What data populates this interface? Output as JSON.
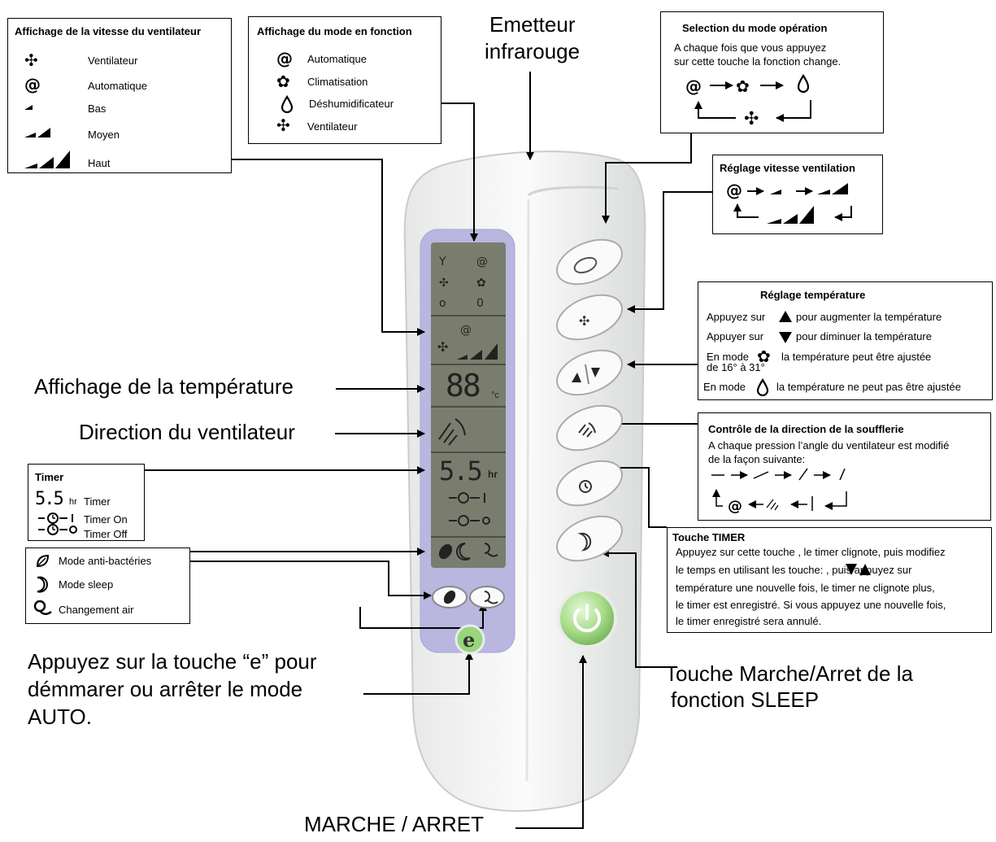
{
  "fan_speed_box": {
    "title": "Affichage de la vitesse du ventilateur",
    "items": [
      "Ventilateur",
      "Automatique",
      "Bas",
      "Moyen",
      "Haut"
    ]
  },
  "mode_box": {
    "title": "Affichage du mode en fonction",
    "items": [
      "Automatique",
      "Climatisation",
      "Déshumidificateur",
      "Ventilateur"
    ]
  },
  "emitter_label": [
    "Emetteur",
    "infrarouge"
  ],
  "mode_select_box": {
    "title": "Selection du mode opération",
    "text": [
      "A chaque fois que vous appuyez",
      "sur cette touche la fonction change."
    ]
  },
  "speed_set_box": {
    "title": "Réglage vitesse ventilation"
  },
  "temp_box": {
    "title": "Réglage température",
    "line1_a": "Appuyez sur",
    "line1_b": "pour augmenter la température",
    "line2_a": "Appuyer sur",
    "line2_b": "pour diminuer la température",
    "line3_a": "En mode",
    "line3_b": "la température peut être ajustée",
    "line3_c": "de 16° à 31°",
    "line4_a": "En mode",
    "line4_b": "la température ne peut pas être ajustée"
  },
  "direction_box": {
    "title": "Contrôle de la direction de la soufflerie",
    "text": [
      "A chaque pression l’angle du ventilateur est modifié",
      "de la façon suivante:"
    ]
  },
  "timer_box": {
    "title": "Timer",
    "display": "5.5",
    "unit": "hr",
    "items": [
      "Timer",
      "Timer On",
      "Timer Off"
    ]
  },
  "timer_key_box": {
    "title": "Touche TIMER",
    "text": [
      "Appuyez sur cette touche , le timer clignote, puis modifiez",
      "le temps en utilisant les touche:      , puis appuyez sur",
      "température une nouvelle fois, le timer ne clignote plus,",
      "le timer est enregistré. Si vous appuyez une nouvelle fois,",
      "le timer enregistré sera annulé."
    ]
  },
  "special_box": {
    "items": [
      "Mode anti-bactéries",
      "Mode sleep",
      "Changement air"
    ]
  },
  "labels": {
    "temp_display": "Affichage de la température",
    "fan_direction": "Direction du ventilateur",
    "e_button": [
      "Appuyez sur la touche “e” pour",
      "démmarer ou arrêter le mode",
      "AUTO."
    ],
    "sleep_button": [
      "Touche Marche/Arret de la",
      "fonction SLEEP"
    ],
    "power": "MARCHE / ARRET"
  },
  "lcd": {
    "temperature": "88",
    "temp_unit": "°c",
    "timer": "5.5",
    "timer_unit": "hr"
  },
  "colors": {
    "lcd_panel": "#b9b6df",
    "lcd_screen": "#7a7d6e",
    "lcd_ink": "#222",
    "power_button": "#9ad47c",
    "remote_body": "#f4f5f4"
  }
}
